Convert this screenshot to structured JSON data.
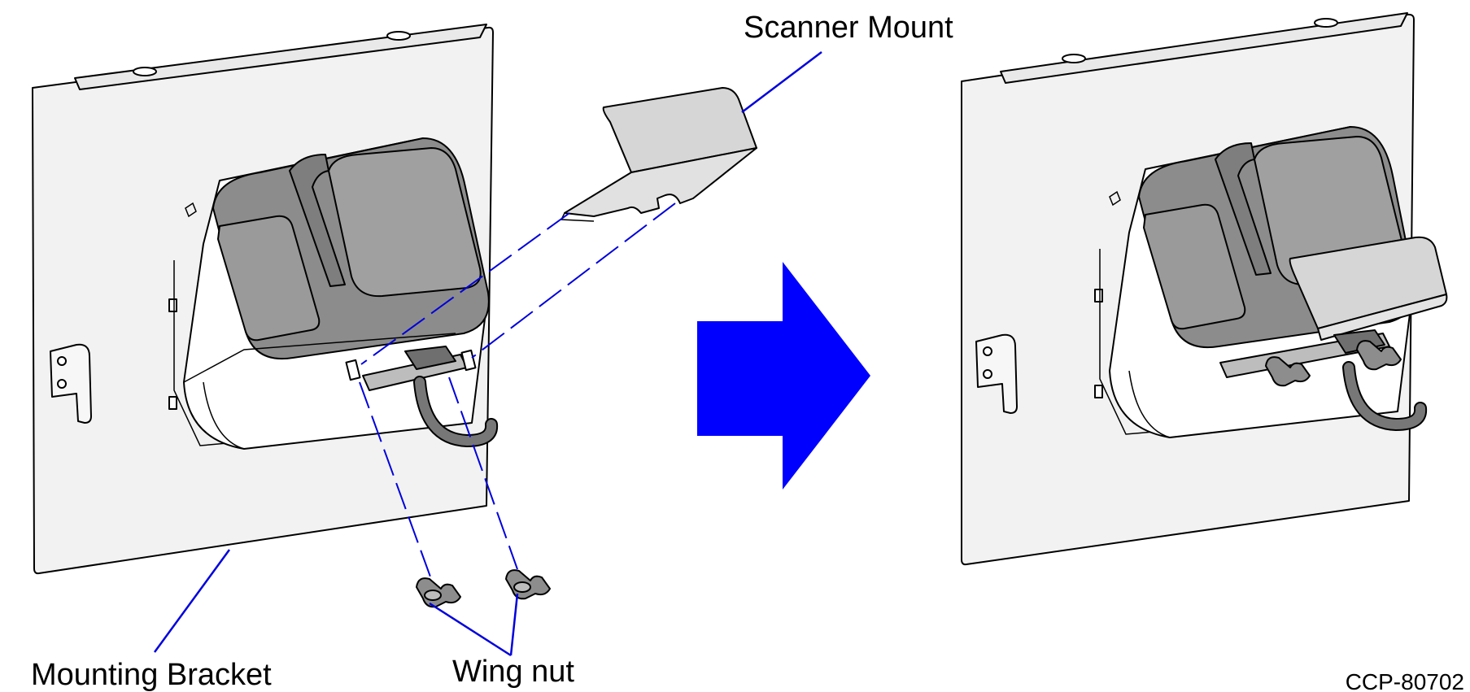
{
  "labels": {
    "scanner_mount": "Scanner Mount",
    "mounting_bracket": "Mounting Bracket",
    "wing_nut": "Wing nut",
    "figure_code": "CCP-80702"
  },
  "colors": {
    "leader_line": "#0000dd",
    "arrow": "#0000ff",
    "bracket_fill": "#f2f2f2",
    "scanner_dark": "#8c8c8c",
    "scanner_mid": "#a8a8a8",
    "mount_fill": "#d6d6d6",
    "cable": "#777777"
  },
  "icons": {
    "direction": "right-arrow-icon"
  }
}
